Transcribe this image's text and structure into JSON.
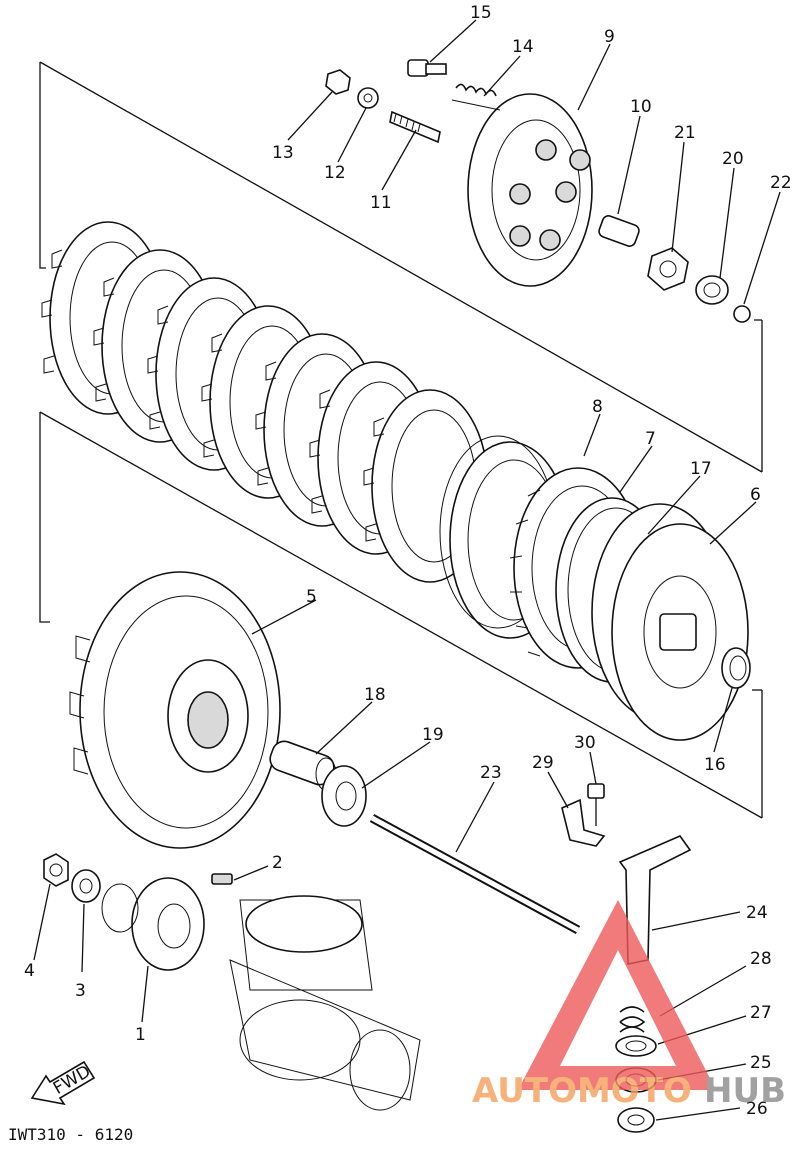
{
  "diagram": {
    "part_labels": [
      "1",
      "2",
      "3",
      "4",
      "5",
      "6",
      "7",
      "8",
      "9",
      "10",
      "11",
      "12",
      "13",
      "14",
      "15",
      "16",
      "17",
      "18",
      "19",
      "20",
      "21",
      "22",
      "23",
      "24",
      "25",
      "26",
      "27",
      "28",
      "29",
      "30"
    ],
    "fwd_label": "FWD",
    "drawing_code": "IWT310 - 6120"
  },
  "watermark": {
    "text_a": "AUTOMOTO",
    "text_b": "HUB",
    "color_orange": "#f4a05a",
    "color_red": "#ee5a5a",
    "color_gray": "#8a8a8a"
  }
}
